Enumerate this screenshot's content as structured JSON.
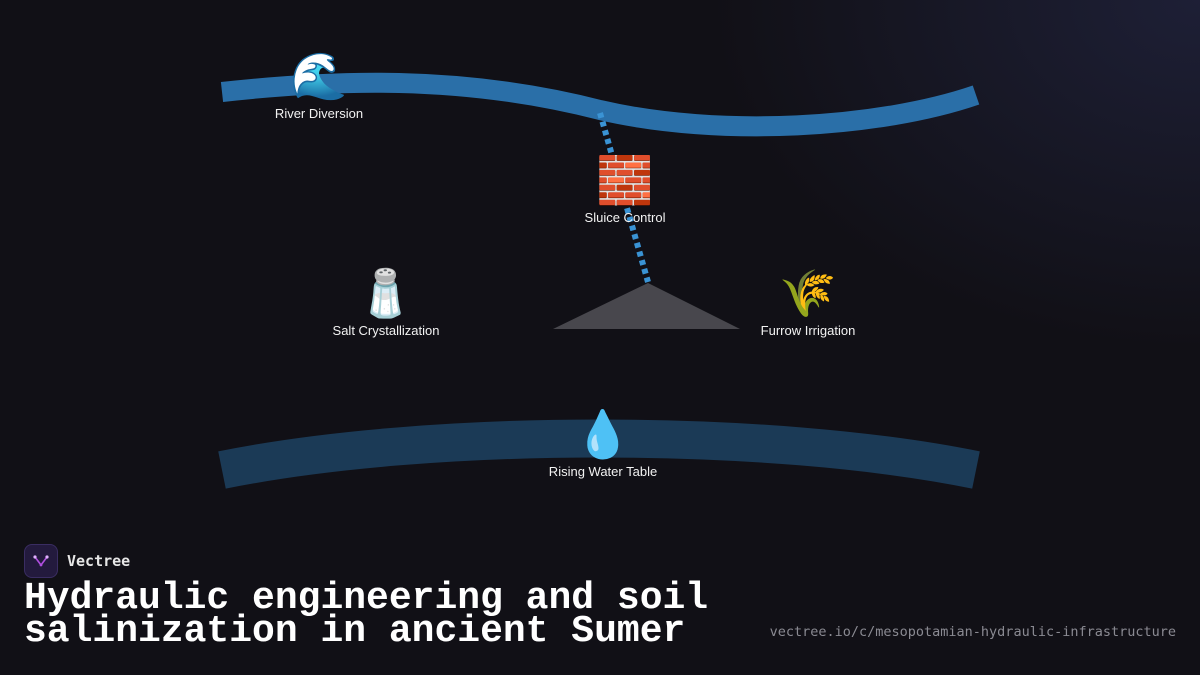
{
  "diagram": {
    "nodes": [
      {
        "id": "river",
        "icon": "wave-icon",
        "emoji": "🌊",
        "label": "River Diversion"
      },
      {
        "id": "sluice",
        "icon": "brick-wall-icon",
        "emoji": "🧱",
        "label": "Sluice Control"
      },
      {
        "id": "salt",
        "icon": "salt-shaker-icon",
        "emoji": "🧂",
        "label": "Salt Crystallization"
      },
      {
        "id": "furrow",
        "icon": "wheat-icon",
        "emoji": "🌾",
        "label": "Furrow Irrigation"
      },
      {
        "id": "water",
        "icon": "water-drop-icon",
        "emoji": "💧",
        "label": "Rising Water Table"
      }
    ],
    "colors": {
      "river_band": "#2a6fa8",
      "groundwater_band": "#1b3a56",
      "sluice_flow": "#3a93d4",
      "field_mound": "#48474d"
    }
  },
  "brand": {
    "name": "Vectree",
    "logo_icon": "vectree-logo-icon"
  },
  "title": "Hydraulic engineering and soil salinization in ancient Sumer",
  "url": "vectree.io/c/mesopotamian-hydraulic-infrastructure"
}
